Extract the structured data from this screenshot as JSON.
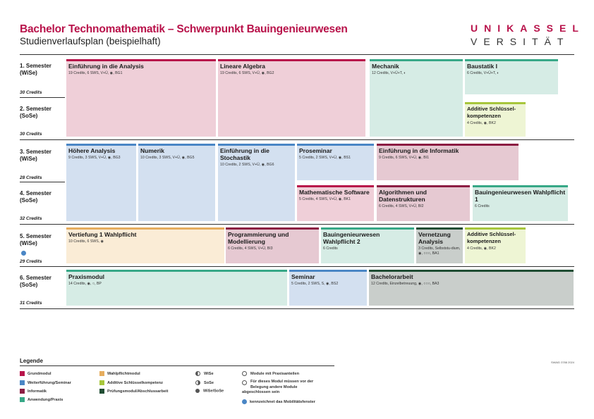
{
  "header": {
    "title": "Bachelor Technomathematik – Schwerpunkt Bauingenieurwesen",
    "subtitle": "Studienverlaufsplan (beispielhaft)",
    "logo_line1": "UNIKASSEL",
    "logo_line2": "VERSITÄT"
  },
  "semesters": [
    {
      "name": "1. Semester",
      "term": "(WiSe)",
      "credits": "30 Credits"
    },
    {
      "name": "2. Semester",
      "term": "(SoSe)",
      "credits": "30 Credits"
    },
    {
      "name": "3. Semester",
      "term": "(WiSe)",
      "credits": "28 Credits"
    },
    {
      "name": "4. Semester",
      "term": "(SoSe)",
      "credits": "32 Credits"
    },
    {
      "name": "5. Semester",
      "term": "(WiSe)",
      "credits": "29 Credits"
    },
    {
      "name": "6. Semester",
      "term": "(SoSe)",
      "credits": "31 Credits"
    }
  ],
  "modules": {
    "analysis_intro": {
      "title": "Einführung in die Analysis",
      "details": "19 Credits, 6 SWS, V+Ü, ◉, BG1"
    },
    "lin_algebra": {
      "title": "Lineare Algebra",
      "details": "19 Credits, 6 SWS, V+Ü, ◉, BG2"
    },
    "mechanik": {
      "title": "Mechanik",
      "details": "12 Credits, V+Ü+T, ◐"
    },
    "baustatik": {
      "title": "Baustatik I",
      "details": "6 Credits, V+Ü+T, ◐"
    },
    "additive_1": {
      "title": "Additive Schlüssel-kompetenzen",
      "details": "4 Credits, ◉, BK2"
    },
    "hoehere_analysis": {
      "title": "Höhere Analysis",
      "details": "9 Credits, 3 SWS, V+Ü, ◉, BG3"
    },
    "numerik": {
      "title": "Numerik",
      "details": "10 Credits, 3 SWS, V+Ü, ◉, BG5"
    },
    "stochastik": {
      "title": "Einführung in die Stochastik",
      "details": "10 Credits, 2 SWS, V+Ü, ◉, BG6"
    },
    "proseminar": {
      "title": "Proseminar",
      "details": "5 Credits, 2 SWS, V+Ü, ◉, BS1"
    },
    "informatik_intro": {
      "title": "Einführung in die Informatik",
      "details": "9 Credits, 6 SWS, V+Ü, ◉, BI1"
    },
    "math_software": {
      "title": "Mathematische Software",
      "details": "5 Credits, 4 SWS, V+Ü, ◉, BK1"
    },
    "algorithmen": {
      "title": "Algorithmen und Datenstrukturen",
      "details": "6 Credits, 4 SWS, V+Ü, BI2"
    },
    "bau_wahl_1": {
      "title": "Bauingenieurwesen Wahlpflicht 1",
      "details": "6 Credits"
    },
    "vertiefung": {
      "title": "Vertiefung 1 Wahlpflicht",
      "details": "10 Credits, 6 SWS, ◉"
    },
    "programmierung": {
      "title": "Programmierung und Modellierung",
      "details": "6 Credits, 4 SWS, V+Ü, BI3"
    },
    "bau_wahl_2": {
      "title": "Bauingenieurwesen Wahlpflicht 2",
      "details": "6 Credits"
    },
    "vernetzung": {
      "title": "Vernetzung Analysis",
      "details": "3 Credits, Selbststu-dium, ◉, ○○○, BA1"
    },
    "additive_2": {
      "title": "Additive Schlüssel-kompetenzen",
      "details": "4 Credits, ◉, BK2"
    },
    "praxismodul": {
      "title": "Praxismodul",
      "details": "14 Credits, ◉, ○, BP"
    },
    "seminar": {
      "title": "Seminar",
      "details": "5 Credits, 2 SWS, S, ◉, BS2"
    },
    "bachelorarbeit": {
      "title": "Bachelorarbeit",
      "details": "12 Credits, Einzelbetreuung, ◉, ○○○, BA3"
    }
  },
  "legend": {
    "title": "Legende",
    "categories": [
      {
        "label": "Grundmodul",
        "color": "#b8124a"
      },
      {
        "label": "Weiterführung/Seminar",
        "color": "#4a86c5"
      },
      {
        "label": "Informatik",
        "color": "#8c1d43"
      },
      {
        "label": "Anwendung/Praxis",
        "color": "#37a887"
      },
      {
        "label": "Wahlpflichtmodul",
        "color": "#e6ad5e"
      },
      {
        "label": "Additive Schlüsselkompetenz",
        "color": "#a7c63c"
      },
      {
        "label": "Prüfungsmodul/Abschlussarbeit",
        "color": "#1f4d33"
      }
    ],
    "terms": {
      "wise": "WiSe",
      "sose": "SoSe",
      "both": "WiSe/SoSe"
    },
    "notes": {
      "praxis": "Module mit Praxisanteilen",
      "prereq": "Für dieses Modul müssen vor der Belegung andere Module abgeschlossen sein",
      "mobility": "kennzeichnet das Mobilitätsfenster"
    },
    "version": "SWAID 3788 2024"
  }
}
